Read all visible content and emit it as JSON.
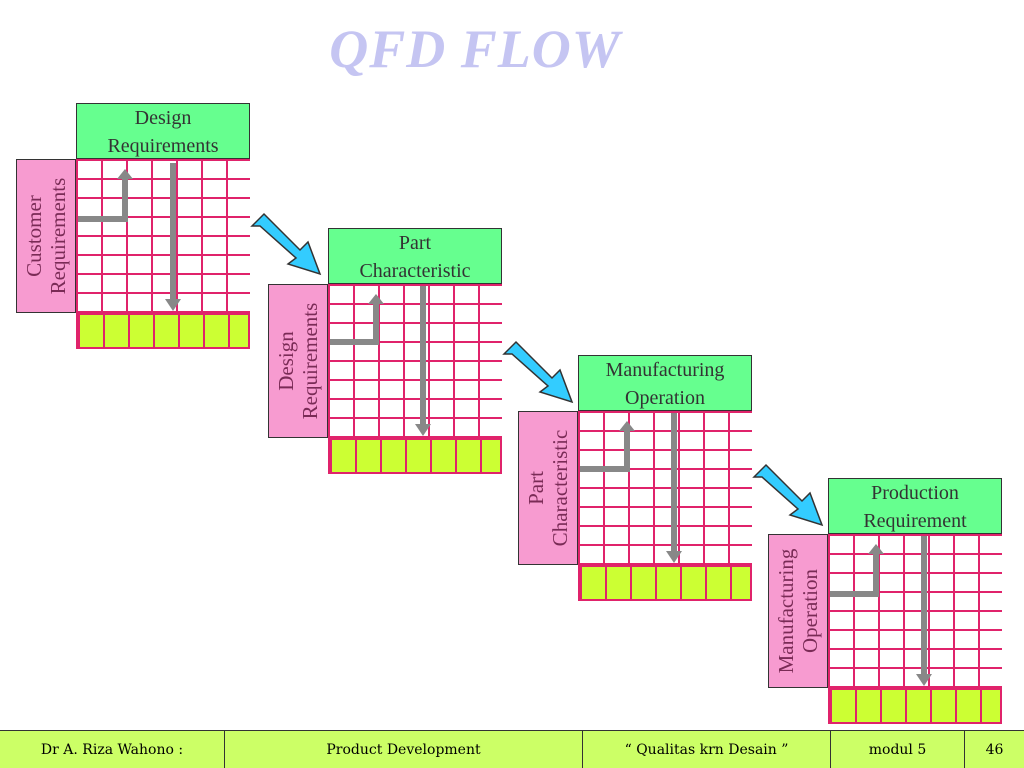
{
  "title": "QFD FLOW",
  "stages": [
    {
      "top": "Design\nRequirements",
      "side": "Customer\nRequirements"
    },
    {
      "top": "Part\nCharacteristic",
      "side": "Design\nRequirements"
    },
    {
      "top": "Manufacturing\nOperation",
      "side": "Part\nCharacteristic"
    },
    {
      "top": "Production\nRequirement",
      "side": "Manufacturing\nOperation"
    }
  ],
  "footer": {
    "author": "Dr A. Riza Wahono :",
    "course": "Product Development",
    "topic": "“ Qualitas krn Desain ”",
    "module": "modul 5",
    "page": "46"
  },
  "colors": {
    "top_label": "#66ff8f",
    "side_label": "#f79bd0",
    "grid_line": "#e0236b",
    "bottom_row": "#ccff33",
    "flow_arrow": "#888888",
    "transition_arrow": "#33ccff",
    "title": "#c5c5f2",
    "footer_bg": "#ccff66"
  },
  "icons": [
    "transition-arrow-icon",
    "flow-arrow-icon"
  ]
}
